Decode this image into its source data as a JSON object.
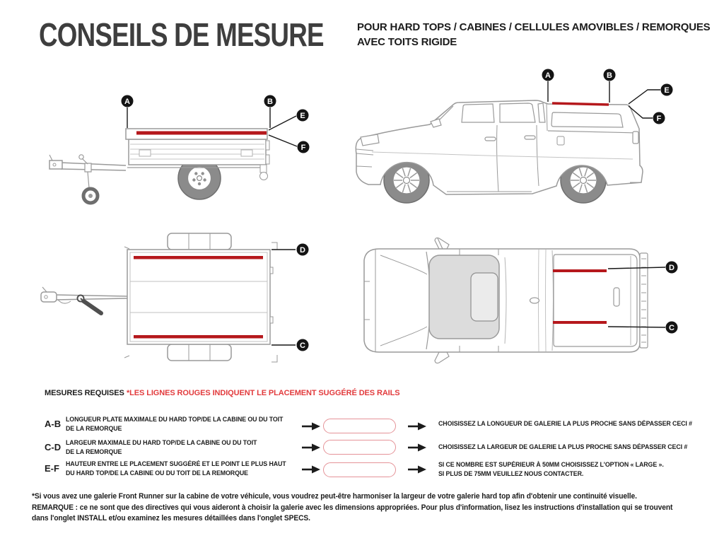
{
  "header": {
    "title": "CONSEILS DE MESURE",
    "subtitle_line1": "POUR HARD TOPS / CABINES / CELLULES AMOVIBLES / REMORQUES",
    "subtitle_line2": "AVEC TOITS RIGIDE"
  },
  "diagrams": {
    "trailer_side": {
      "labels": [
        "A",
        "B",
        "E",
        "F"
      ]
    },
    "truck_side": {
      "labels": [
        "A",
        "B",
        "E",
        "F"
      ]
    },
    "trailer_top": {
      "labels": [
        "D",
        "C"
      ]
    },
    "truck_top": {
      "labels": [
        "D",
        "C"
      ]
    }
  },
  "measurements": {
    "heading": "MESURES REQUISES",
    "red_note": "*LES LIGNES ROUGES INDIQUENT LE PLACEMENT SUGGÉRÉ DES RAILS",
    "rows": [
      {
        "id": "A-B",
        "description_line1": "LONGUEUR PLATE MAXIMALE DU HARD TOP/DE LA CABINE OU DU TOIT",
        "description_line2": "DE LA REMORQUE",
        "field_value": "",
        "result_line1": "CHOISISSEZ LA LONGUEUR DE GALERIE LA PLUS PROCHE SANS DÉPASSER CECI #",
        "result_line2": ""
      },
      {
        "id": "C-D",
        "description_line1": "LARGEUR MAXIMALE DU HARD TOP/DE LA CABINE OU DU TOIT",
        "description_line2": "DE LA REMORQUE",
        "field_value": "",
        "result_line1": "CHOISISSEZ LA LARGEUR DE GALERIE LA PLUS PROCHE SANS DÉPASSER CECI #",
        "result_line2": ""
      },
      {
        "id": "E-F",
        "description_line1": "HAUTEUR ENTRE LE PLACEMENT SUGGÉRÉ ET LE POINT LE PLUS HAUT",
        "description_line2": "DU HARD TOP/DE LA CABINE OU DU TOIT DE LA REMORQUE",
        "field_value": "",
        "result_line1": "SI CE NOMBRE EST SUPÉRIEUR À 50MM CHOISISSEZ L'OPTION « LARGE ».",
        "result_line2": "SI PLUS DE 75MM VEUILLEZ NOUS CONTACTER."
      }
    ]
  },
  "footnote": {
    "line1": "*Si vous avez une galerie Front Runner sur la cabine de votre véhicule, vous voudrez peut-être harmoniser la largeur de votre galerie hard top afin d'obtenir une continuité visuelle.",
    "line2": "REMARQUE : ce ne sont que des directives qui vous aideront à choisir la galerie avec les dimensions appropriées. Pour plus d'information, lisez les instructions d'installation qui se trouvent",
    "line3": "dans l'onglet INSTALL et/ou examinez les mesures détaillées dans l'onglet SPECS."
  },
  "colors": {
    "title_gray": "#3e3e3e",
    "text_black": "#1c1c1c",
    "note_red": "#e23b3d",
    "rail_red": "#b5181c",
    "pill_border_red": "#e59398",
    "line_art_gray": "#9a9a9a",
    "label_circle_black": "#141414"
  }
}
